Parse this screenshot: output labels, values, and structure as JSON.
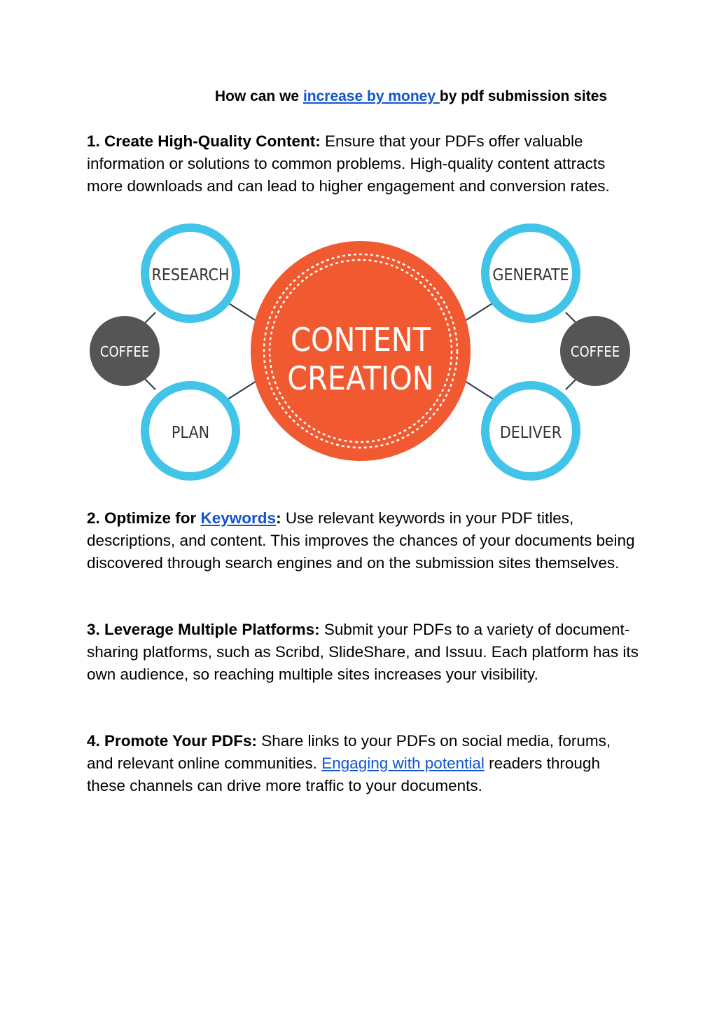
{
  "title": {
    "prefix": "How can we ",
    "link": "increase by money ",
    "suffix": "by pdf submission sites"
  },
  "sections": [
    {
      "heading": "1. Create High-Quality Content:",
      "body": " Ensure that your PDFs offer valuable information or solutions to common problems. High-quality content attracts more downloads and can lead to higher engagement and conversion rates."
    },
    {
      "heading_prefix": "2. Optimize for ",
      "heading_link": "Keywords",
      "heading_suffix": ":",
      "body": " Use relevant keywords in your PDF titles, descriptions, and content. This improves the chances of your documents being discovered through search engines and on the submission sites themselves."
    },
    {
      "heading": "3. Leverage Multiple Platforms:",
      "body": " Submit your PDFs to a variety of document-sharing platforms, such as Scribd, SlideShare, and Issuu. Each platform has its own audience, so reaching multiple sites increases your visibility."
    },
    {
      "heading": "4. Promote Your PDFs:",
      "body_before": " Share links to your PDFs on social media, forums, and relevant online communities. ",
      "body_link": "Engaging with potential",
      "body_after": " readers through these channels can drive more traffic to your documents."
    }
  ],
  "diagram": {
    "center_line1": "CONTENT",
    "center_line2": "CREATION",
    "research": "RESEARCH",
    "plan": "PLAN",
    "generate": "GENERATE",
    "deliver": "DELIVER",
    "coffee_left": "COFFEE",
    "coffee_right": "COFFEE",
    "colors": {
      "center": "#f15a30",
      "ring": "#42c3e8",
      "coffee": "#555555",
      "text": "#333333",
      "line": "#2b3a4a"
    }
  }
}
